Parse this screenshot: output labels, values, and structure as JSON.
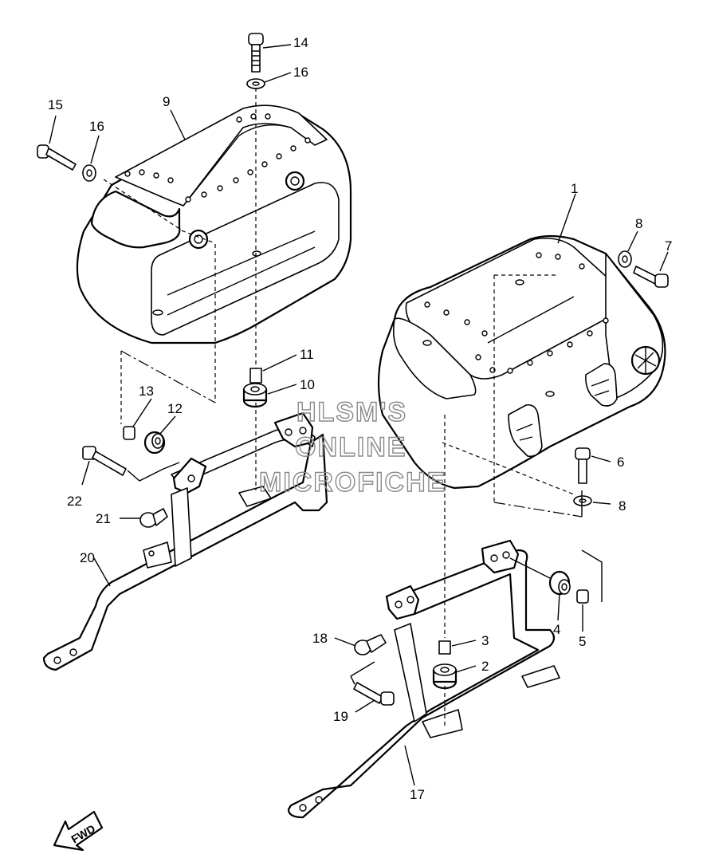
{
  "watermark": {
    "line1": "HLSM'S",
    "line2": "ONLINE",
    "line3": "MICROFICHE"
  },
  "direction_marker": "FWD",
  "callouts": {
    "c1": "1",
    "c2": "2",
    "c3": "3",
    "c4": "4",
    "c5": "5",
    "c6": "6",
    "c7": "7",
    "c8a": "8",
    "c8b": "8",
    "c9": "9",
    "c10": "10",
    "c11": "11",
    "c12": "12",
    "c13": "13",
    "c14": "14",
    "c15": "15",
    "c16a": "16",
    "c16b": "16",
    "c17": "17",
    "c18": "18",
    "c19": "19",
    "c20": "20",
    "c21": "21",
    "c22": "22"
  }
}
